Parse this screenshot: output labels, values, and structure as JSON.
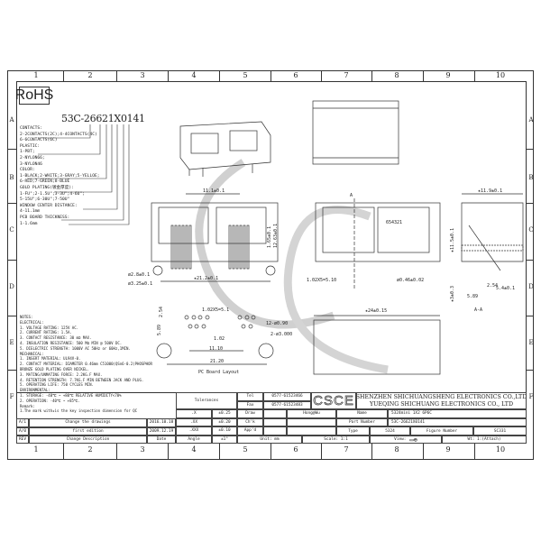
{
  "grid": {
    "columns": [
      "1",
      "2",
      "3",
      "4",
      "5",
      "6",
      "7",
      "8",
      "9",
      "10"
    ],
    "rows": [
      "A",
      "B",
      "C",
      "D",
      "E",
      "F"
    ]
  },
  "rohs": "RoHS",
  "part_code": {
    "code": "53C-26621X0141",
    "lines": [
      "CONTACTS:",
      "2-2CONTACTS(2C);4-4CONTACTS(4C)",
      "6-6CONTACTS(6C)",
      "PLASTIC:",
      "1-PBT;",
      "2-NYLON66;",
      "3-NYLON46",
      "COLOR:",
      "1-BLACK;2-WHITE;3-GRAY;5-YELLOE;",
      "6-RED;7-GREEN;8-BLUE",
      "GOLD PLATING(镀金厚度):",
      "1-FU\";2-1.5U\";3-3U\";4-6U\";",
      "5-15U\";6-30U\";7-50U\"",
      "WINDOW CENTER DISTANCE:",
      "4-11.1mm",
      "PCB BOARD THICKNESS:",
      "1-1.6mm"
    ]
  },
  "notes": [
    "NOTES:",
    "ELECTRICAL:",
    "1. VOLTAGE RATING: 125V AC.",
    "2. CURRENT RATING: 1.5A.",
    "3. CONTACT RESISTANCE: 30 mΩ MAX.",
    "4. INSULATION RESISTANCE: 500 MΩ MIN @ 500V DC.",
    "5. DIELECTRIC STRENGTH: 1000V AC 50Hz or 60Hz,1MIN.",
    "MECHANICAL:",
    "1. INSERT MATERIAL: UL94V-0.",
    "2. CONTACT MATERIAL: DIAMETER 0.46mm C51000(QSn6-0.2)PHOSPHOR",
    "   BRONZE GOLD PLATING OVER NICKEL.",
    "3. MATING/UNMATING FORCE: 2.2KG.F MAX.",
    "4. RETENTION STRENGTH: 7.7KG.F MIN BETWEEN JACK AND PLUG.",
    "5. OPERATING LIFE: 750 CYCLES MIN.",
    "ENVIRONMENTAL:",
    "1. STORAGE: -40℃ ~ +80℃ RELATIVE HUMIDITY<70%",
    "2. OPERATION: -40℃ ~ +85℃.",
    "Remark:",
    "1.The mark with★is the key inspection dimension for QC"
  ],
  "dimensions": {
    "window_center": "11.1±0.1",
    "width_21": "★21.2±0.1",
    "hole_28": "ø2.8±0.1",
    "hole_325": "ø3.25±0.1",
    "h_165": "1.65±0.1",
    "h_1263": "12.63±0.1",
    "pitch": "1.02X5=5.10",
    "pin_dia": "ø0.46±0.02",
    "pin_labels": "654321",
    "section": "A",
    "section_title": "A-A",
    "depth": "★11.9±0.1",
    "height": "★11.5±0.1",
    "tail": "★3±0.3",
    "d254": "2.54",
    "d589": "5.89",
    "d54": "5.4±0.1",
    "len24": "★24±0.15",
    "pcb_pitch": "1.02X5=5.1",
    "pcb_254": "2.54",
    "pcb_589": "5.89",
    "pcb_102": "1.02",
    "pcb_1110": "11.10",
    "pcb_2120": "21.20",
    "pcb_holes": "12-ø0.90",
    "pcb_big": "2-ø3.000",
    "pcb_title": "PC Board Layout"
  },
  "title_block": {
    "tolerances": "Tolerances",
    "tol_rows": [
      [
        ".X",
        "±0.25"
      ],
      [
        ".XX",
        "±0.20"
      ],
      [
        ".XXX",
        "±0.10"
      ],
      [
        "Angle",
        "±1°"
      ]
    ],
    "tel_label": "Tel",
    "tel": "0577-61523466",
    "fax_label": "Fax",
    "fax": "0577-61523483",
    "logo": "CSCE",
    "company_cn": "SHENZHEN SHICHUANGSHENG ELECTRONICS CO.,LTD",
    "company_en": "YUEQING SHICHUANG ELECTRONICS CO., LTD",
    "draw_label": "Draw",
    "draw_value": "Hong@Wu",
    "chk_label": "Ch'k",
    "app_label": "App'd",
    "name_label": "Name",
    "name_value": "5324mini 1X2 6P6C",
    "part_label": "Part Number",
    "part_value": "53C-26621X0141",
    "type_label": "Type",
    "type_value": "5324",
    "figure_label": "Figure Number",
    "figure_value": "SC331",
    "unit": "Unit: mm",
    "scale": "Scale: 1:1",
    "view": "View:",
    "weight": "Wt: 1:(Attach)",
    "revisions": [
      [
        "A/1",
        "Change the drawings",
        "2016.10.18"
      ],
      [
        "A/0",
        "first edition",
        "2009.12.19"
      ]
    ],
    "rev_header": [
      "REV",
      "Change Description",
      "Date"
    ]
  },
  "colors": {
    "line": "#333333",
    "watermark": "#c8c8c8"
  }
}
